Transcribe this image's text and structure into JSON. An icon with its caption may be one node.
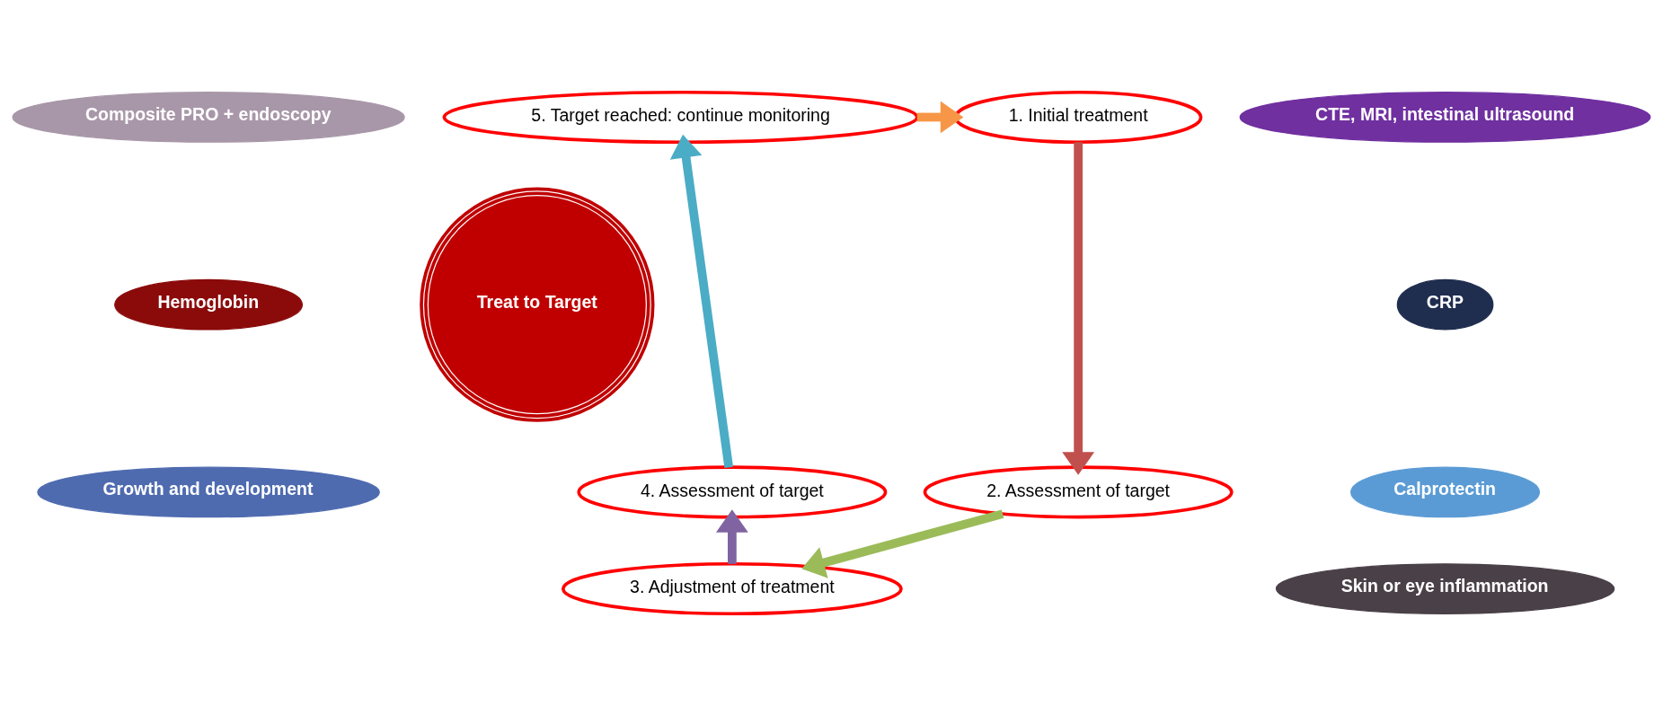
{
  "diagram": {
    "nodes": [
      {
        "text": [
          "Composite PRO + endoscopy"
        ]
      },
      {
        "text": [
          "5. Target reached: continue monitoring"
        ]
      },
      {
        "text": [
          "1. Initial treatment"
        ]
      },
      {
        "text": [
          "CTE, MRI, intestinal ultrasound"
        ]
      },
      {
        "text": [
          "CRP"
        ]
      },
      {
        "text": [
          "Hemoglobin"
        ]
      },
      {
        "text": [
          "Treat to Target"
        ]
      },
      {
        "text": [
          "Calprotectin"
        ]
      },
      {
        "text": [
          "Growth and development"
        ]
      },
      {
        "text": [
          "4. Assessment of target"
        ]
      },
      {
        "text": [
          "2. Assessment of target"
        ]
      },
      {
        "text": [
          "Skin or eye inflammation"
        ]
      },
      {
        "text": [
          "3. Adjustment of treatment"
        ]
      }
    ],
    "edges": [
      {
        "from": 1,
        "to": 2,
        "arrow": "to",
        "color": "#f79646"
      },
      {
        "from": 2,
        "to": 10,
        "arrow": "to",
        "color": "#c0504d"
      },
      {
        "from": 10,
        "to": 12,
        "arrow": "to",
        "color": "#9bbb59"
      },
      {
        "from": 12,
        "to": 9,
        "arrow": "to",
        "color": "#8064a2"
      },
      {
        "from": 9,
        "to": 1,
        "arrow": "to",
        "color": "#4bacc6"
      }
    ]
  }
}
